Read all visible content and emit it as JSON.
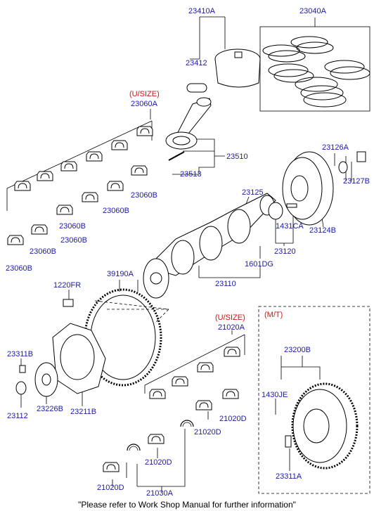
{
  "diagram": {
    "labels": {
      "p23410A": "23410A",
      "p23040A": "23040A",
      "p23412": "23412",
      "usize1": "(U/SIZE)",
      "p23060A": "23060A",
      "p23510": "23510",
      "p23513": "23513",
      "p23126A": "23126A",
      "p23127B": "23127B",
      "p23125": "23125",
      "p1431CA": "1431CA",
      "p23124B": "23124B",
      "p23060B_1": "23060B",
      "p23060B_2": "23060B",
      "p23060B_3": "23060B",
      "p23060B_4": "23060B",
      "p23060B_5": "23060B",
      "p23120": "23120",
      "p1601DG": "1601DG",
      "p23110": "23110",
      "p39190A": "39190A",
      "p1220FR": "1220FR",
      "usize2": "(U/SIZE)",
      "p21020A": "21020A",
      "mt": "(M/T)",
      "p23200B": "23200B",
      "p23311B": "23311B",
      "p1430JE": "1430JE",
      "p21020D_1": "21020D",
      "p21020D_2": "21020D",
      "p21020D_3": "21020D",
      "p23112": "23112",
      "p23226B": "23226B",
      "p23211B": "23211B",
      "p23311A": "23311A",
      "p21020D_4": "21020D",
      "p21030A": "21030A"
    },
    "colors": {
      "part_number": "#1a1aa8",
      "note": "#d41010",
      "line": "#000000"
    },
    "footer": "\"Please refer to Work Shop Manual for further information\""
  }
}
